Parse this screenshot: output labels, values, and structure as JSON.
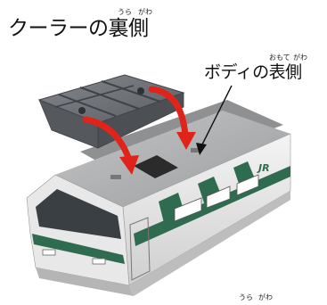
{
  "labels": {
    "cooler_back": "クーラーの裏側",
    "cooler_back_ruby_ura": "うら",
    "cooler_back_ruby_gawa": "がわ",
    "body_front": "ボディの表側",
    "body_front_ruby_omote": "おもて",
    "body_front_ruby_gawa": "がわ",
    "bottom_ruby_ura": "うら",
    "bottom_ruby_gawa": "がわ",
    "train_logo": "JR"
  },
  "colors": {
    "arrow": "#e0241a",
    "cooler_part": "#6b6f75",
    "train_body": "#e4e4e4",
    "train_roof": "#a7a9ab",
    "stripe_green": "#2f6b4f"
  },
  "icons": [
    "arrow-icon",
    "cooler-part",
    "train-model"
  ]
}
